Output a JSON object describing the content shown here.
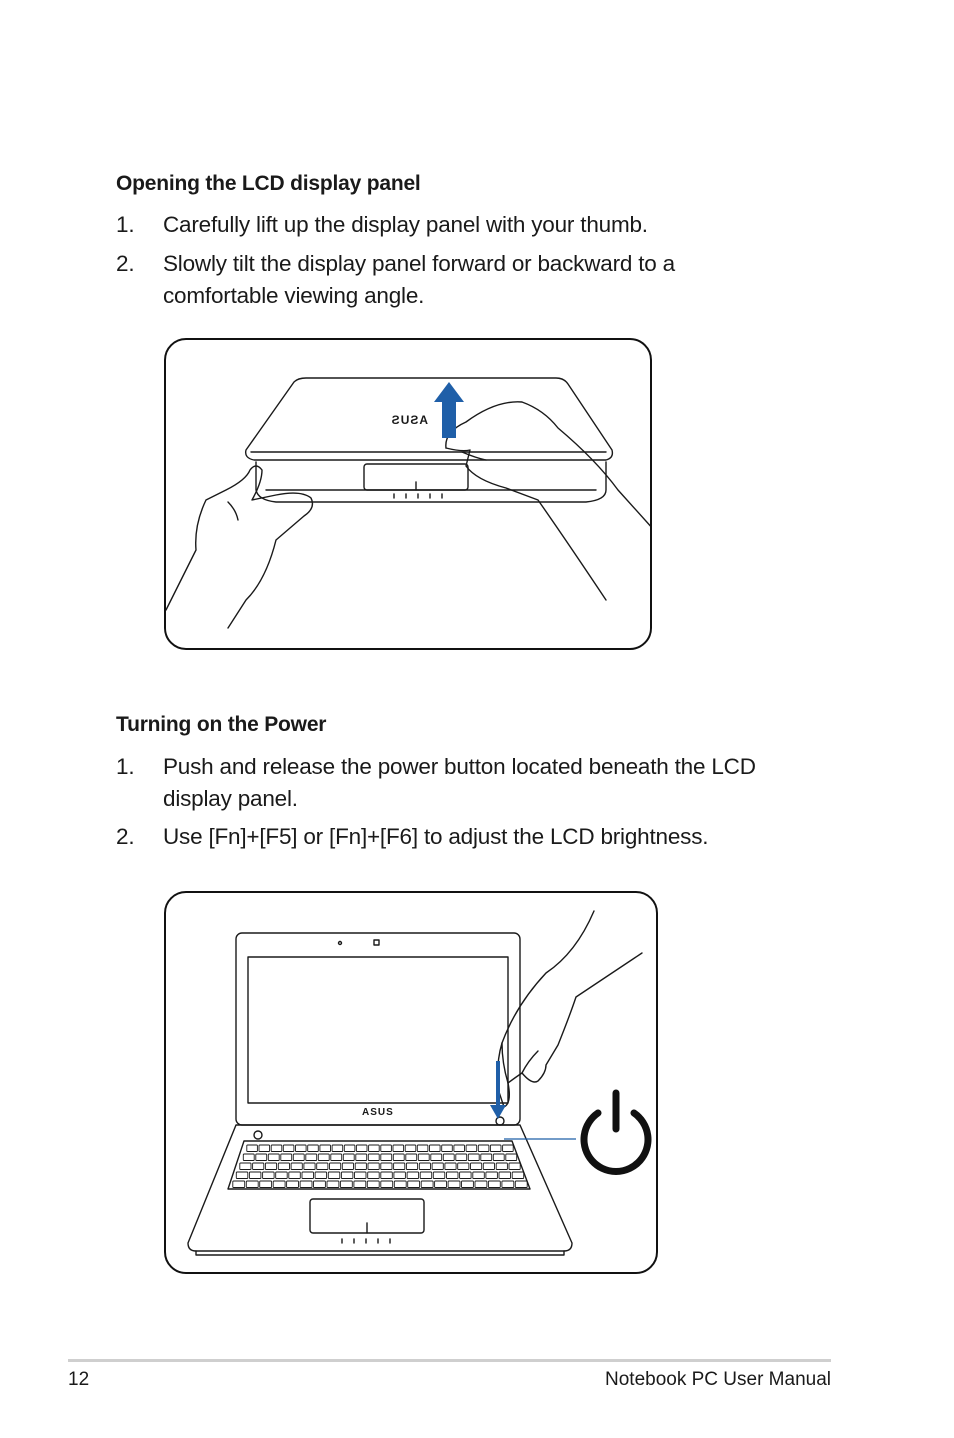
{
  "section1": {
    "heading": "Opening the LCD display panel",
    "steps": [
      {
        "num": "1.",
        "text": "Carefully lift up the display panel with your thumb."
      },
      {
        "num": "2.",
        "text": "Slowly tilt the display panel forward or backward to a comfortable viewing angle."
      }
    ]
  },
  "section2": {
    "heading": "Turning on the Power",
    "steps": [
      {
        "num": "1.",
        "text": "Push and release the power button located beneath the LCD display panel."
      },
      {
        "num": "2.",
        "text": "Use [Fn]+[F5] or [Fn]+[F6] to adjust the LCD brightness."
      }
    ]
  },
  "figures": {
    "logo_text": "ASUS",
    "arrow_color": "#1f5fa8",
    "line_color": "#1a1a1a"
  },
  "footer": {
    "page_number": "12",
    "manual_title": "Notebook PC User Manual"
  }
}
